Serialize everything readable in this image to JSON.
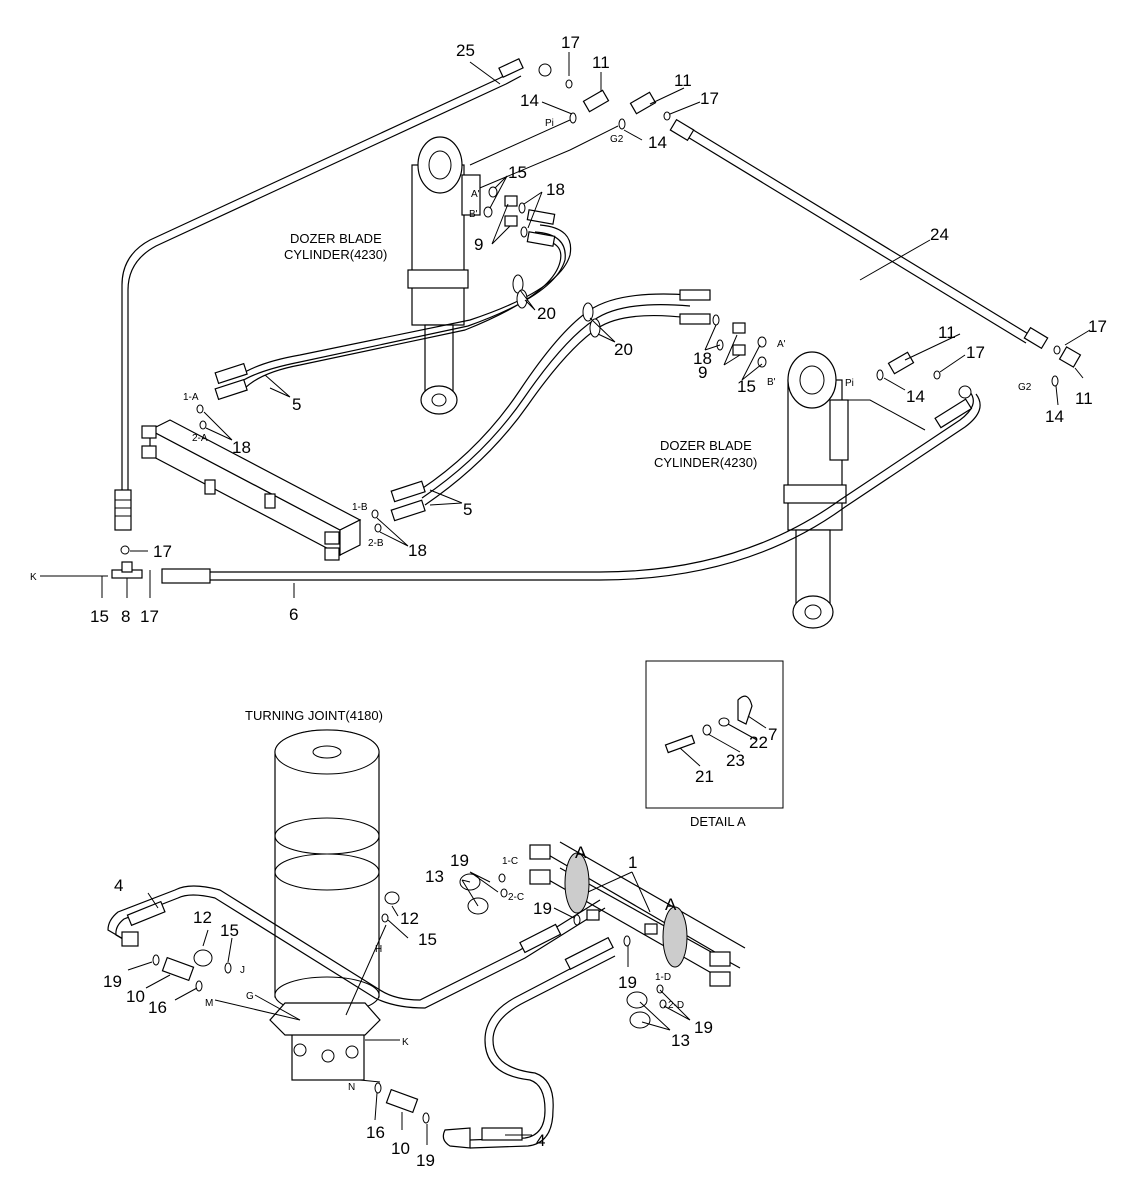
{
  "captions": {
    "dozer_cyl_1_line1": "DOZER BLADE",
    "dozer_cyl_1_line2": "CYLINDER(4230)",
    "dozer_cyl_2_line1": "DOZER BLADE",
    "dozer_cyl_2_line2": "CYLINDER(4230)",
    "turning_joint": "TURNING JOINT(4180)",
    "detail": "DETAIL A"
  },
  "callouts": [
    {
      "id": "c25",
      "text": "25"
    },
    {
      "id": "c17a",
      "text": "17"
    },
    {
      "id": "c11a",
      "text": "11"
    },
    {
      "id": "c11b",
      "text": "11"
    },
    {
      "id": "c17b",
      "text": "17"
    },
    {
      "id": "c14a",
      "text": "14"
    },
    {
      "id": "c14b",
      "text": "14"
    },
    {
      "id": "c15a",
      "text": "15"
    },
    {
      "id": "c18a",
      "text": "18"
    },
    {
      "id": "c9a",
      "text": "9"
    },
    {
      "id": "c24",
      "text": "24"
    },
    {
      "id": "c20a",
      "text": "20"
    },
    {
      "id": "c20b",
      "text": "20"
    },
    {
      "id": "c17c",
      "text": "17"
    },
    {
      "id": "c11c",
      "text": "11"
    },
    {
      "id": "c17d",
      "text": "17"
    },
    {
      "id": "c18b",
      "text": "18"
    },
    {
      "id": "c9b",
      "text": "9"
    },
    {
      "id": "c15b",
      "text": "15"
    },
    {
      "id": "c14c",
      "text": "14"
    },
    {
      "id": "c14d",
      "text": "14"
    },
    {
      "id": "c11d",
      "text": "11"
    },
    {
      "id": "c5a",
      "text": "5"
    },
    {
      "id": "c18c",
      "text": "18"
    },
    {
      "id": "c5b",
      "text": "5"
    },
    {
      "id": "c18d",
      "text": "18"
    },
    {
      "id": "c17e",
      "text": "17"
    },
    {
      "id": "c15c",
      "text": "15"
    },
    {
      "id": "c8",
      "text": "8"
    },
    {
      "id": "c17f",
      "text": "17"
    },
    {
      "id": "c6",
      "text": "6"
    },
    {
      "id": "c7",
      "text": "7"
    },
    {
      "id": "c22",
      "text": "22"
    },
    {
      "id": "c23",
      "text": "23"
    },
    {
      "id": "c21",
      "text": "21"
    },
    {
      "id": "c1",
      "text": "1"
    },
    {
      "id": "cAa",
      "text": "A"
    },
    {
      "id": "cAb",
      "text": "A"
    },
    {
      "id": "c19a",
      "text": "19"
    },
    {
      "id": "c13a",
      "text": "13"
    },
    {
      "id": "c19b",
      "text": "19"
    },
    {
      "id": "c4a",
      "text": "4"
    },
    {
      "id": "c12a",
      "text": "12"
    },
    {
      "id": "c12b",
      "text": "12"
    },
    {
      "id": "c15d",
      "text": "15"
    },
    {
      "id": "c15e",
      "text": "15"
    },
    {
      "id": "c19c",
      "text": "19"
    },
    {
      "id": "c10a",
      "text": "10"
    },
    {
      "id": "c16a",
      "text": "16"
    },
    {
      "id": "c19d",
      "text": "19"
    },
    {
      "id": "c19e",
      "text": "19"
    },
    {
      "id": "c13b",
      "text": "13"
    },
    {
      "id": "c16b",
      "text": "16"
    },
    {
      "id": "c10b",
      "text": "10"
    },
    {
      "id": "c19f",
      "text": "19"
    },
    {
      "id": "c4b",
      "text": "4"
    }
  ],
  "port_labels": [
    {
      "id": "pPi1",
      "text": "Pi"
    },
    {
      "id": "pG21",
      "text": "G2"
    },
    {
      "id": "pA1",
      "text": "A'"
    },
    {
      "id": "pB1",
      "text": "B'"
    },
    {
      "id": "pA2",
      "text": "A'"
    },
    {
      "id": "pB2",
      "text": "B'"
    },
    {
      "id": "pPi2",
      "text": "Pi"
    },
    {
      "id": "pG22",
      "text": "G2"
    },
    {
      "id": "p1A",
      "text": "1-A"
    },
    {
      "id": "p2A",
      "text": "2-A"
    },
    {
      "id": "p1B",
      "text": "1-B"
    },
    {
      "id": "p2B",
      "text": "2-B"
    },
    {
      "id": "pK1",
      "text": "K"
    },
    {
      "id": "p1C",
      "text": "1-C"
    },
    {
      "id": "p2C",
      "text": "2-C"
    },
    {
      "id": "p1D",
      "text": "1-D"
    },
    {
      "id": "p2D",
      "text": "2-D"
    },
    {
      "id": "pH",
      "text": "H"
    },
    {
      "id": "pJ",
      "text": "J"
    },
    {
      "id": "pG",
      "text": "G"
    },
    {
      "id": "pM",
      "text": "M"
    },
    {
      "id": "pK2",
      "text": "K"
    },
    {
      "id": "pN",
      "text": "N"
    }
  ]
}
